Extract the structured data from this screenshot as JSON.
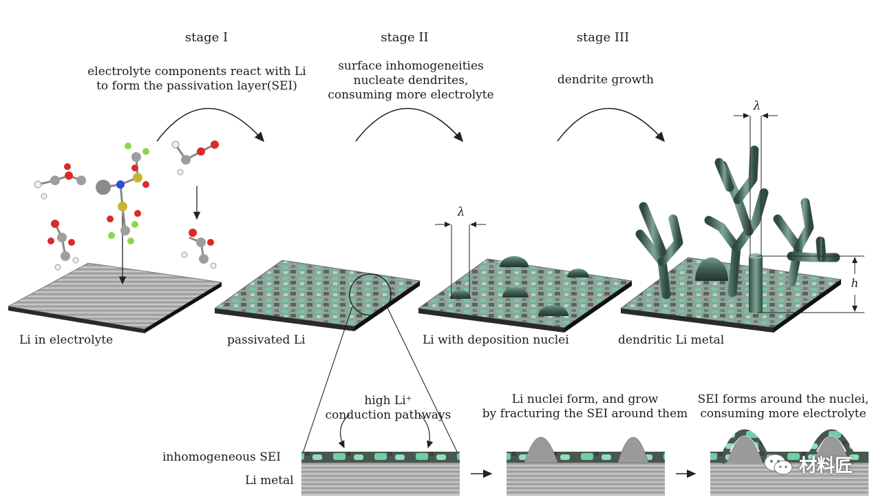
{
  "stages": [
    {
      "label": "stage I",
      "description": "electrolyte components react with Li\nto form the passivation layer(SEI)"
    },
    {
      "label": "stage II",
      "description": "surface inhomogeneities\nnucleate dendrites,\nconsuming more electrolyte"
    },
    {
      "label": "stage III",
      "description": "dendrite growth"
    }
  ],
  "plates": [
    {
      "label": "Li in electrolyte"
    },
    {
      "label": "passivated Li"
    },
    {
      "label": "Li with deposition nuclei"
    },
    {
      "label": "dendritic Li metal"
    }
  ],
  "dimensions": {
    "lambda": "λ",
    "height": "h"
  },
  "cross_section": {
    "pathways_label": "high Li⁺\nconduction pathways",
    "sei_label": "inhomogeneous SEI",
    "metal_label": "Li metal",
    "step2_caption": "Li nuclei form, and grow\nby fracturing the SEI around them",
    "step3_caption": "SEI forms around the nuclei,\nconsuming more electrolyte"
  },
  "watermark": {
    "text": "材料匠",
    "icon": "wechat-icon"
  },
  "colors": {
    "metal": "#9a9a9a",
    "sei_green": "#6fcfa6",
    "dark": "#3b4a44",
    "dendrite": "#4d7466"
  }
}
